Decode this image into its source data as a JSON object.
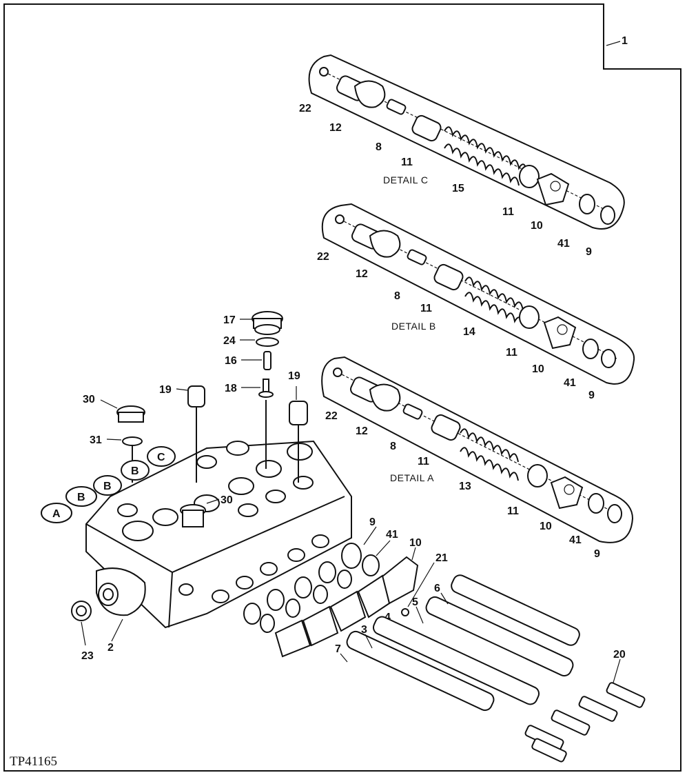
{
  "figure_id": "TP41165",
  "details": [
    {
      "caption": "DETAIL C",
      "spring": "15"
    },
    {
      "caption": "DETAIL B",
      "spring": "14"
    },
    {
      "caption": "DETAIL A",
      "spring": "13"
    }
  ],
  "detail_part_labels": {
    "plug": "22",
    "cover": "12",
    "stem": "8",
    "seat_left": "11",
    "seat_right": "11",
    "cover_right": "10",
    "ring": "41",
    "seal": "9"
  },
  "assembly_label": "1",
  "body_labels": {
    "plug_top": "17",
    "oring_top": "24",
    "spring_top": "16",
    "pin": "18",
    "fitting_left": "19",
    "fitting_right": "19",
    "plug_left": "30",
    "plug_mid": "30",
    "oring_left": "31",
    "body": "2",
    "plug_port": "23"
  },
  "port_letters": [
    "A",
    "B",
    "B",
    "B",
    "C"
  ],
  "exploded_labels": {
    "seal": "9",
    "ring": "41",
    "cover": "10",
    "screw": "21",
    "screw_head": "4",
    "spool_top": "6",
    "spool_2": "5",
    "spool_3": "3",
    "spool_bottom": "7",
    "end_fitting": "20"
  }
}
